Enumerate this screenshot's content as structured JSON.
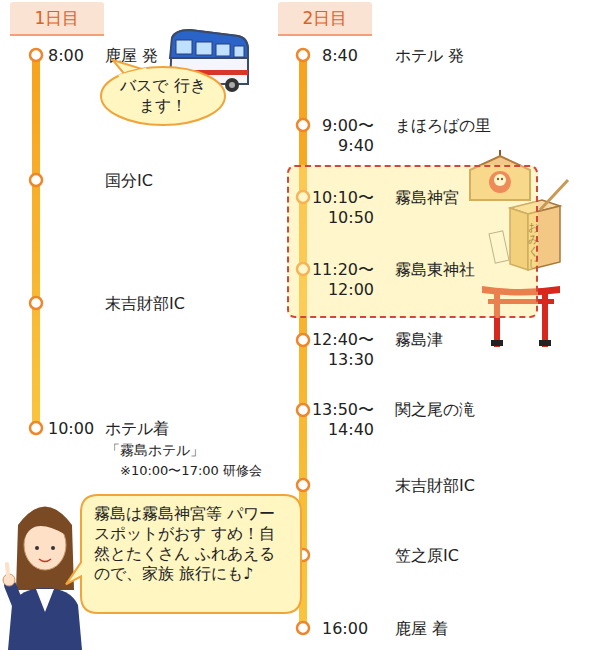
{
  "diagram": {
    "nodes": [
      {
        "text": [
          "1日目"
        ]
      },
      {
        "text": [
          "バスで 行きます！"
        ]
      },
      {
        "text": [
          "2日目"
        ]
      },
      {
        "text": [
          "10:10〜 10:50",
          "霧島神宮",
          "11:20〜 12:00",
          "霧島東神社"
        ]
      },
      {
        "text": [
          "霧島は霧島神宮等 パワースポットがおす すめ！自然とたくさん ふれあえるので、家族 旅行にも♪"
        ]
      }
    ],
    "labels": [
      "8:00",
      "鹿屋 発",
      "国分IC",
      "末吉財部IC",
      "10:00",
      "ホテル着",
      "「霧島ホテル」",
      "※10:00〜17:00 研修会",
      "8:40",
      "ホテル 発",
      "9:00〜 9:40",
      "まほろばの里",
      "12:40〜 13:30",
      "霧島津",
      "13:50〜 14:40",
      "関之尾の滝",
      "末吉財部IC",
      "笠之原IC",
      "16:00",
      "鹿屋 着",
      "おみくじ"
    ]
  }
}
